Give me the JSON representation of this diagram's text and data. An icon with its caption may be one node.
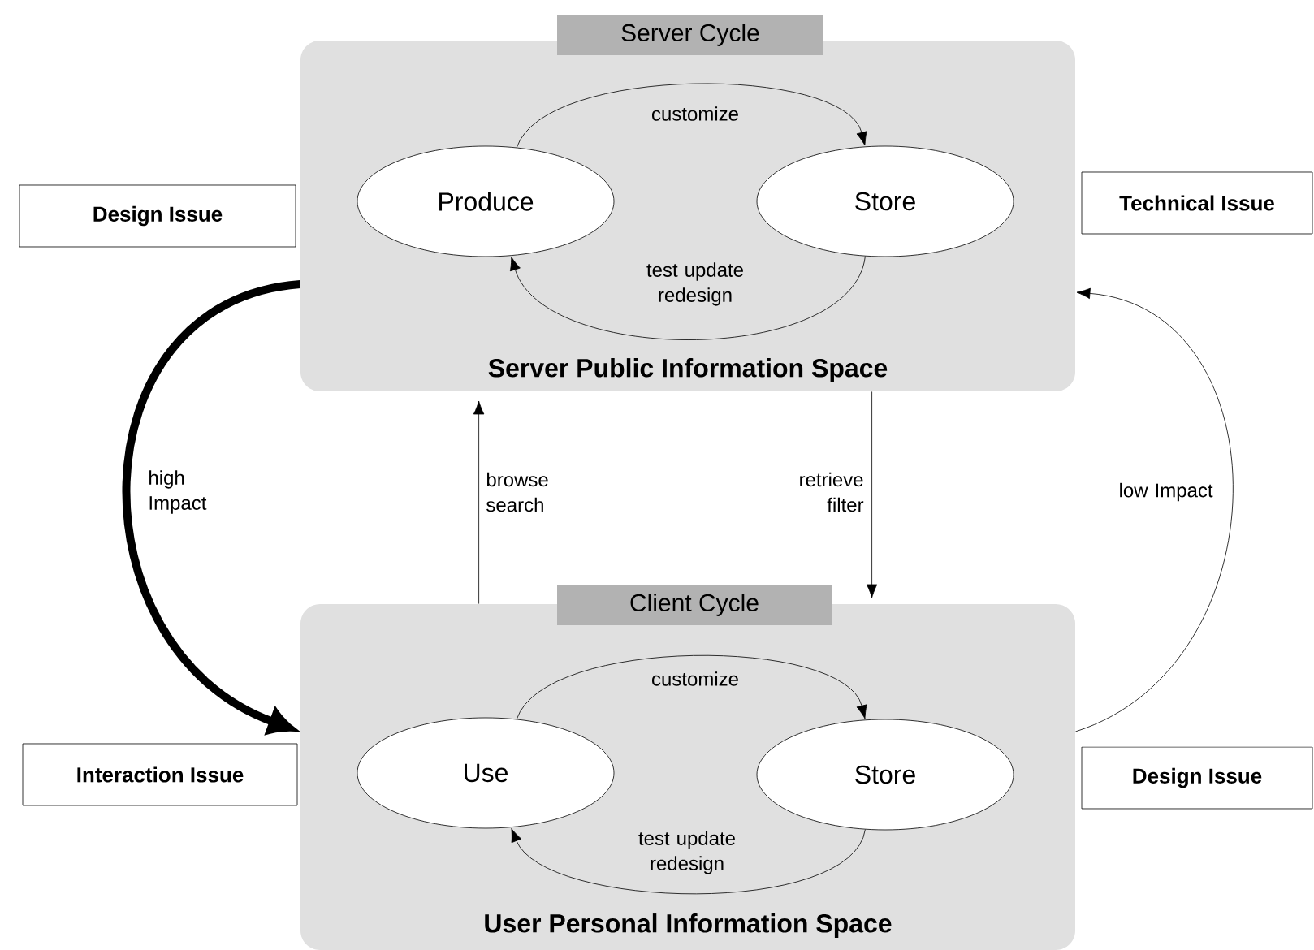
{
  "diagram": {
    "nodes": [
      {
        "text": [
          "Server Cycle",
          "Server Public Information Space"
        ]
      },
      {
        "text": [
          "Produce"
        ],
        "in": 0
      },
      {
        "text": [
          "Store"
        ],
        "in": 0
      },
      {
        "text": [
          "Client Cycle",
          "User Personal Information Space"
        ]
      },
      {
        "text": [
          "Use"
        ],
        "in": 3
      },
      {
        "text": [
          "Store"
        ],
        "in": 3
      },
      {
        "text": [
          "Design Issue"
        ]
      },
      {
        "text": [
          "Technical Issue"
        ]
      },
      {
        "text": [
          "Interaction Issue"
        ]
      },
      {
        "text": [
          "Design Issue"
        ]
      }
    ],
    "edges": [
      {
        "from": 1,
        "to": 2,
        "arrow": "to",
        "label": "customize"
      },
      {
        "from": 2,
        "to": 1,
        "arrow": "to",
        "label": "test update redesign"
      },
      {
        "from": 4,
        "to": 5,
        "arrow": "to",
        "label": "customize"
      },
      {
        "from": 5,
        "to": 4,
        "arrow": "to",
        "label": "test update redesign"
      },
      {
        "from": 3,
        "to": 0,
        "arrow": "to",
        "label": "browse search"
      },
      {
        "from": 0,
        "to": 3,
        "arrow": "to",
        "label": "retrieve filter"
      },
      {
        "from": 0,
        "to": 3,
        "arrow": "to",
        "label": "high Impact",
        "style": "thick"
      },
      {
        "from": 3,
        "to": 0,
        "arrow": "to",
        "label": "low Impact"
      }
    ]
  }
}
